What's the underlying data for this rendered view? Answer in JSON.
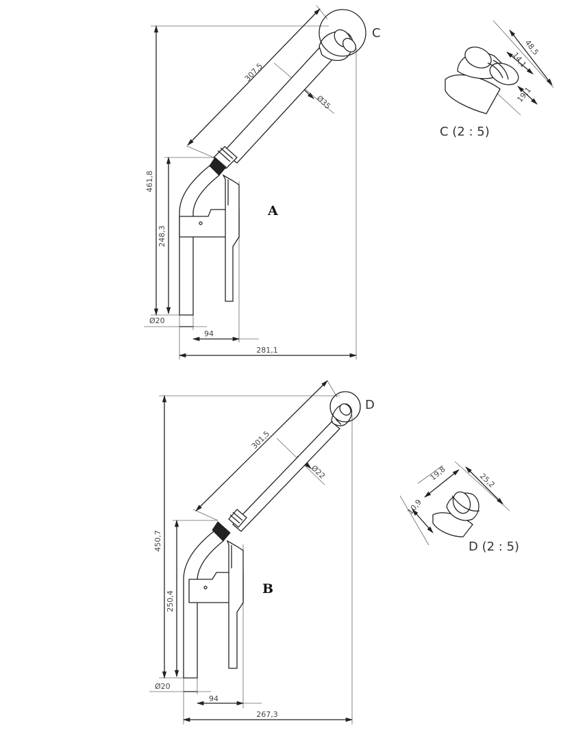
{
  "view_a": {
    "label": "A",
    "dims": {
      "height_total": "461,8",
      "height_lower": "248,3",
      "arm_length": "307,5",
      "tube_diameter": "Ø35",
      "base_diameter": "Ø20",
      "offset": "94",
      "width_total": "281,1"
    },
    "detail_callout": "C"
  },
  "detail_c": {
    "label": "C  (2 : 5)",
    "dims": {
      "d1": "48,5",
      "d2": "14,1",
      "d3": "19,1"
    }
  },
  "view_b": {
    "label": "B",
    "dims": {
      "height_total": "450,7",
      "height_lower": "250,4",
      "arm_length": "301,5",
      "tube_diameter": "Ø22",
      "base_diameter": "Ø20",
      "offset": "94",
      "width_total": "267,3"
    },
    "detail_callout": "D"
  },
  "detail_d": {
    "label": "D  (2 : 5)",
    "dims": {
      "d1": "19,8",
      "d2": "25,2",
      "d3": "10,9"
    }
  }
}
